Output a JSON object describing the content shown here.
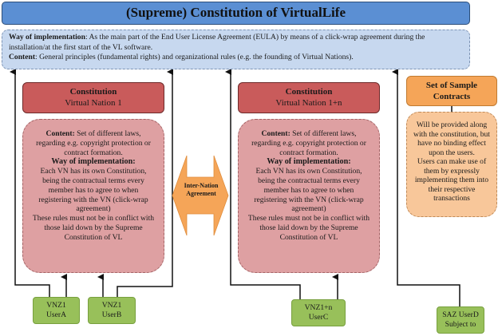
{
  "title": "(Supreme) Constitution of VirtualLife",
  "info": {
    "impl_label": "Way of implementation",
    "impl_text": ": As the main part of the End User License Agreement (EULA) by means of a click-wrap agreement during the installation/at the first start of the VL software.",
    "content_label": "Content",
    "content_text": ": General principles (fundamental rights) and organizational rules (e.g. the founding of Virtual Nations)."
  },
  "nations": [
    {
      "title": "Constitution",
      "subtitle": "Virtual Nation 1"
    },
    {
      "title": "Constitution",
      "subtitle": "Virtual Nation 1+n"
    }
  ],
  "nation_content": {
    "content_label": "Content:",
    "content_text": " Set of different laws, regarding e.g. copyright protection or contract formation.",
    "impl_label": "Way of implementation:",
    "impl_text": "Each VN has its own Constitution, being the contractual terms every member has to agree to when registering with the VN (click-wrap agreement)",
    "rules_text": "These rules must not be in conflict with those laid down by the Supreme Constitution of VL"
  },
  "inter_nation": "Inter-Nation Agreement",
  "sample": {
    "title": "Set of Sample Contracts",
    "p1": "Will be provided along with the constitution, but have no binding effect upon the users.",
    "p2": "Users can make use of them by expressly implementing them into their respective transactions"
  },
  "users": [
    {
      "line1": "VNZ1",
      "line2": "UserA"
    },
    {
      "line1": "VNZ1",
      "line2": "UserB"
    },
    {
      "line1": "VNZ1+n",
      "line2": "UserC"
    },
    {
      "line1": "SAZ UserD",
      "line2": "Subject to"
    }
  ],
  "colors": {
    "title": "#5b8fd3",
    "info": "#c7d8ef",
    "nation_header": "#c95b5b",
    "nation_body": "#dea0a2",
    "sample_header": "#f5a558",
    "sample_body": "#f8c79a",
    "user": "#98c05a",
    "arrow": "#f5a558"
  }
}
